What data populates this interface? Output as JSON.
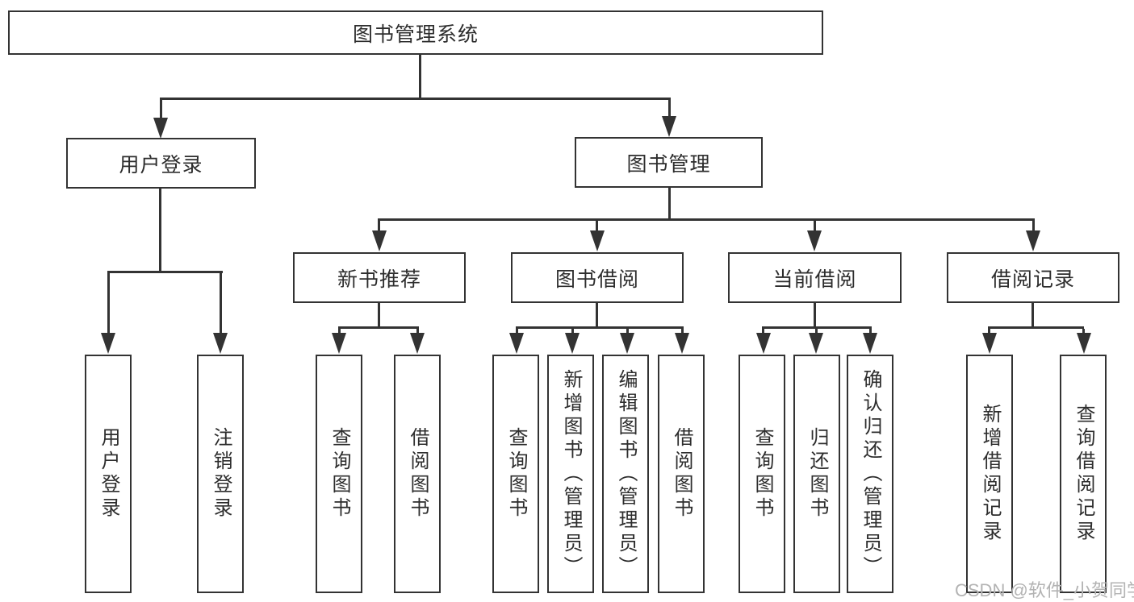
{
  "diagram": {
    "root": "图书管理系统",
    "user_login": {
      "label": "用户登录",
      "children": {
        "login": "用户登录",
        "logout": "注销登录"
      }
    },
    "book_mgmt": {
      "label": "图书管理",
      "new_book": {
        "label": "新书推荐",
        "children": {
          "query_book": "查询图书",
          "borrow_book": "借阅图书"
        }
      },
      "book_borrow": {
        "label": "图书借阅",
        "children": {
          "query_book": "查询图书",
          "add_book": "新增图书（管理员）",
          "edit_book": "编辑图书（管理员）",
          "borrow_book": "借阅图书"
        }
      },
      "current_borrow": {
        "label": "当前借阅",
        "children": {
          "query_book": "查询图书",
          "return_book": "归还图书",
          "confirm_return": "确认归还（管理员）"
        }
      },
      "borrow_records": {
        "label": "借阅记录",
        "children": {
          "add_record": "新增借阅记录",
          "query_record": "查询借阅记录"
        }
      }
    }
  },
  "watermark": "CSDN @软件_小贺同学",
  "colors": {
    "line": "#333333",
    "text": "#2d2d2d",
    "watermark": "#b3b3b3",
    "background": "#ffffff"
  }
}
